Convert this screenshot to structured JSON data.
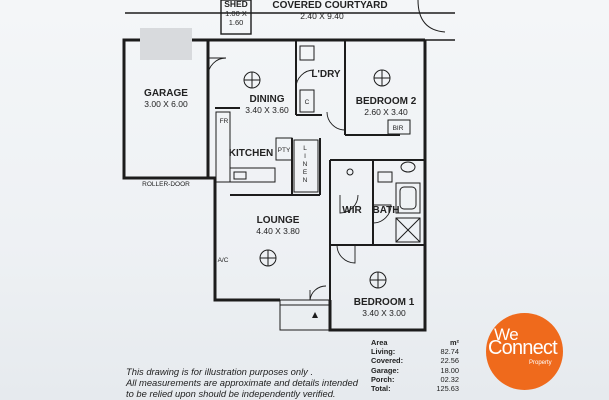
{
  "rooms": {
    "covered_courtyard": {
      "name": "COVERED COURTYARD",
      "dims": "2.40 X 9.40"
    },
    "shed": {
      "name": "SHED",
      "dims_line1": "1.00 X",
      "dims_line2": "1.60"
    },
    "garage": {
      "name": "GARAGE",
      "dims": "3.00 X 6.00"
    },
    "dining": {
      "name": "DINING",
      "dims": "3.40 X 3.60"
    },
    "laundry": {
      "name": "L'DRY"
    },
    "bedroom2": {
      "name": "BEDROOM 2",
      "dims": "2.60 X 3.40"
    },
    "kitchen": {
      "name": "KITCHEN"
    },
    "lounge": {
      "name": "LOUNGE",
      "dims": "4.40 X 3.80"
    },
    "wir": {
      "name": "WIR"
    },
    "bath": {
      "name": "BATH"
    },
    "bedroom1": {
      "name": "BEDROOM 1",
      "dims": "3.40 X 3.00"
    }
  },
  "fixtures": {
    "fridge": "FR",
    "pantry": "PTY",
    "linen": [
      "L",
      "I",
      "N",
      "E",
      "N"
    ],
    "robe": "BIR",
    "cupboard": "C",
    "aircon": "A/C",
    "roller_door": "ROLLER-DOOR"
  },
  "disclaimer": [
    "This drawing is for illustration purposes only .",
    "All measurements are approximate and details intended",
    "to be relied upon should be independently verified."
  ],
  "area_table": {
    "header": {
      "label": "Area",
      "unit": "m²"
    },
    "rows": [
      {
        "label": "Living:",
        "value": "82.74"
      },
      {
        "label": "Covered:",
        "value": "22.56"
      },
      {
        "label": "Garage:",
        "value": "18.00"
      },
      {
        "label": "Porch:",
        "value": "02.32"
      },
      {
        "label": "Total:",
        "value": "125.63"
      }
    ]
  },
  "brand": {
    "we": "We",
    "connect": "Connect",
    "property": "Property"
  },
  "colors": {
    "brand_orange": "#ef6a1c",
    "wall": "#1c1c1c",
    "placeholder_box": "#d8dadd"
  }
}
